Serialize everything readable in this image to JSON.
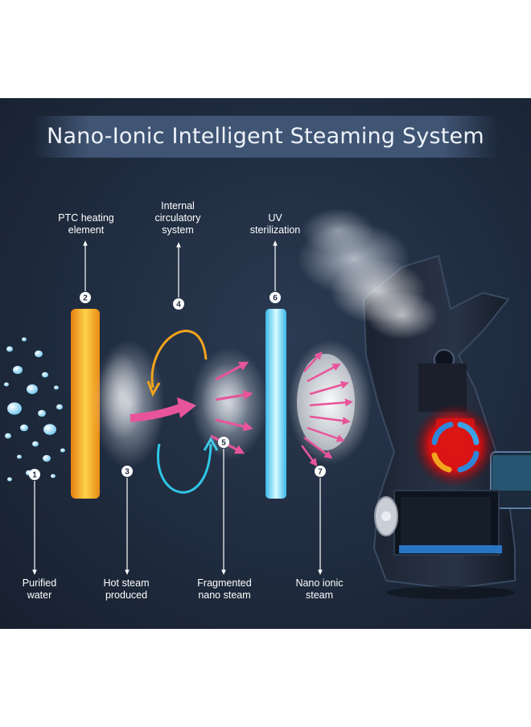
{
  "title": "Nano-Ionic Intelligent Steaming System",
  "colors": {
    "background": "#1f2b3e",
    "heating_element": "#f5a623",
    "uv_tube": "#3fd0f5",
    "arrow_pink": "#e8549a",
    "circulation_orange": "#f2a41c",
    "circulation_cyan": "#2fc6e6"
  },
  "steps": [
    {
      "number": "1",
      "line1": "Purified",
      "line2": "water"
    },
    {
      "number": "2",
      "line1": "PTC heating",
      "line2": "element"
    },
    {
      "number": "3",
      "line1": "Hot steam",
      "line2": "produced"
    },
    {
      "number": "4",
      "line1": "Internal",
      "line2": "circulatory",
      "line3": "system"
    },
    {
      "number": "5",
      "line1": "Fragmented",
      "line2": "nano steam"
    },
    {
      "number": "6",
      "line1": "UV",
      "line2": "sterilization"
    },
    {
      "number": "7",
      "line1": "Nano ionic",
      "line2": "steam"
    }
  ],
  "icons": [
    "steamer-device-icon",
    "water-droplets-icon",
    "steam-cloud-icon",
    "circulation-arrows-icon"
  ]
}
